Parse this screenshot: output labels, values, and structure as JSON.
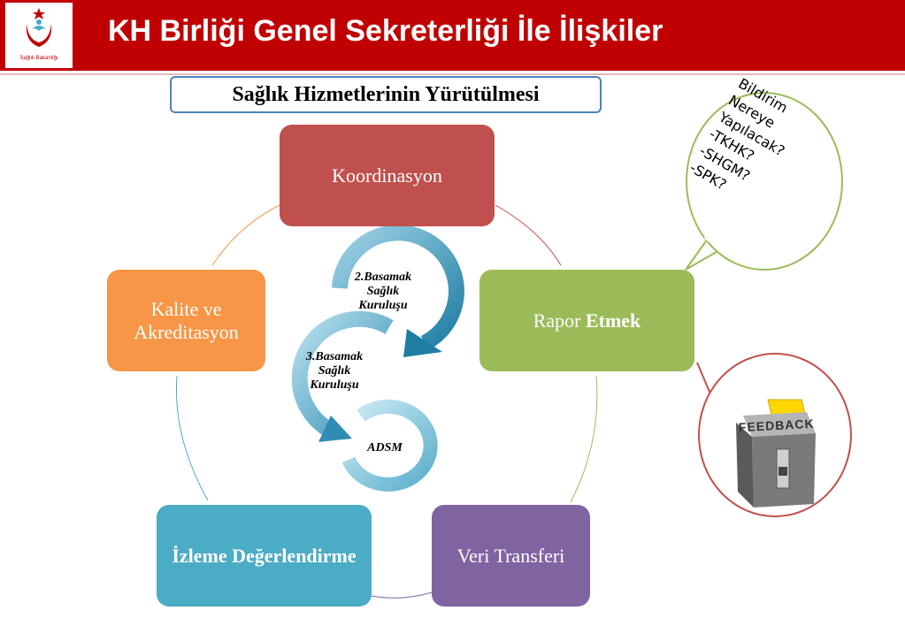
{
  "header": {
    "title": "KH Birliği Genel Sekreterliği İle İlişkiler",
    "logo_caption": "Sağlık Bakanlığı"
  },
  "subtitle": "Sağlık Hizmetlerinin Yürütülmesi",
  "nodes": {
    "koordinasyon": "Koordinasyon",
    "rapor_prefix": "Rapor",
    "rapor_bold": "Etmek",
    "veri": "Veri Transferi",
    "izleme": "İzleme Değerlendirme",
    "kalite": "Kalite ve Akreditasyon"
  },
  "cycle": {
    "level2": "2.Basamak Sağlık Kuruluşu",
    "level3": "3.Basamak Sağlık Kuruluşu",
    "adsm": "ADSM"
  },
  "bubble": {
    "lines": [
      "Bildirim",
      "Nereye",
      "Yapılacak?",
      "-TKHK?",
      "-SHGM?",
      "-SPK?"
    ]
  },
  "feedback_label": "FEEDBACK",
  "colors": {
    "header": "#c00000",
    "koordinasyon": "#c0504d",
    "rapor": "#9bbb59",
    "veri": "#8064a2",
    "izleme": "#4bacc6",
    "kalite": "#f79646"
  }
}
